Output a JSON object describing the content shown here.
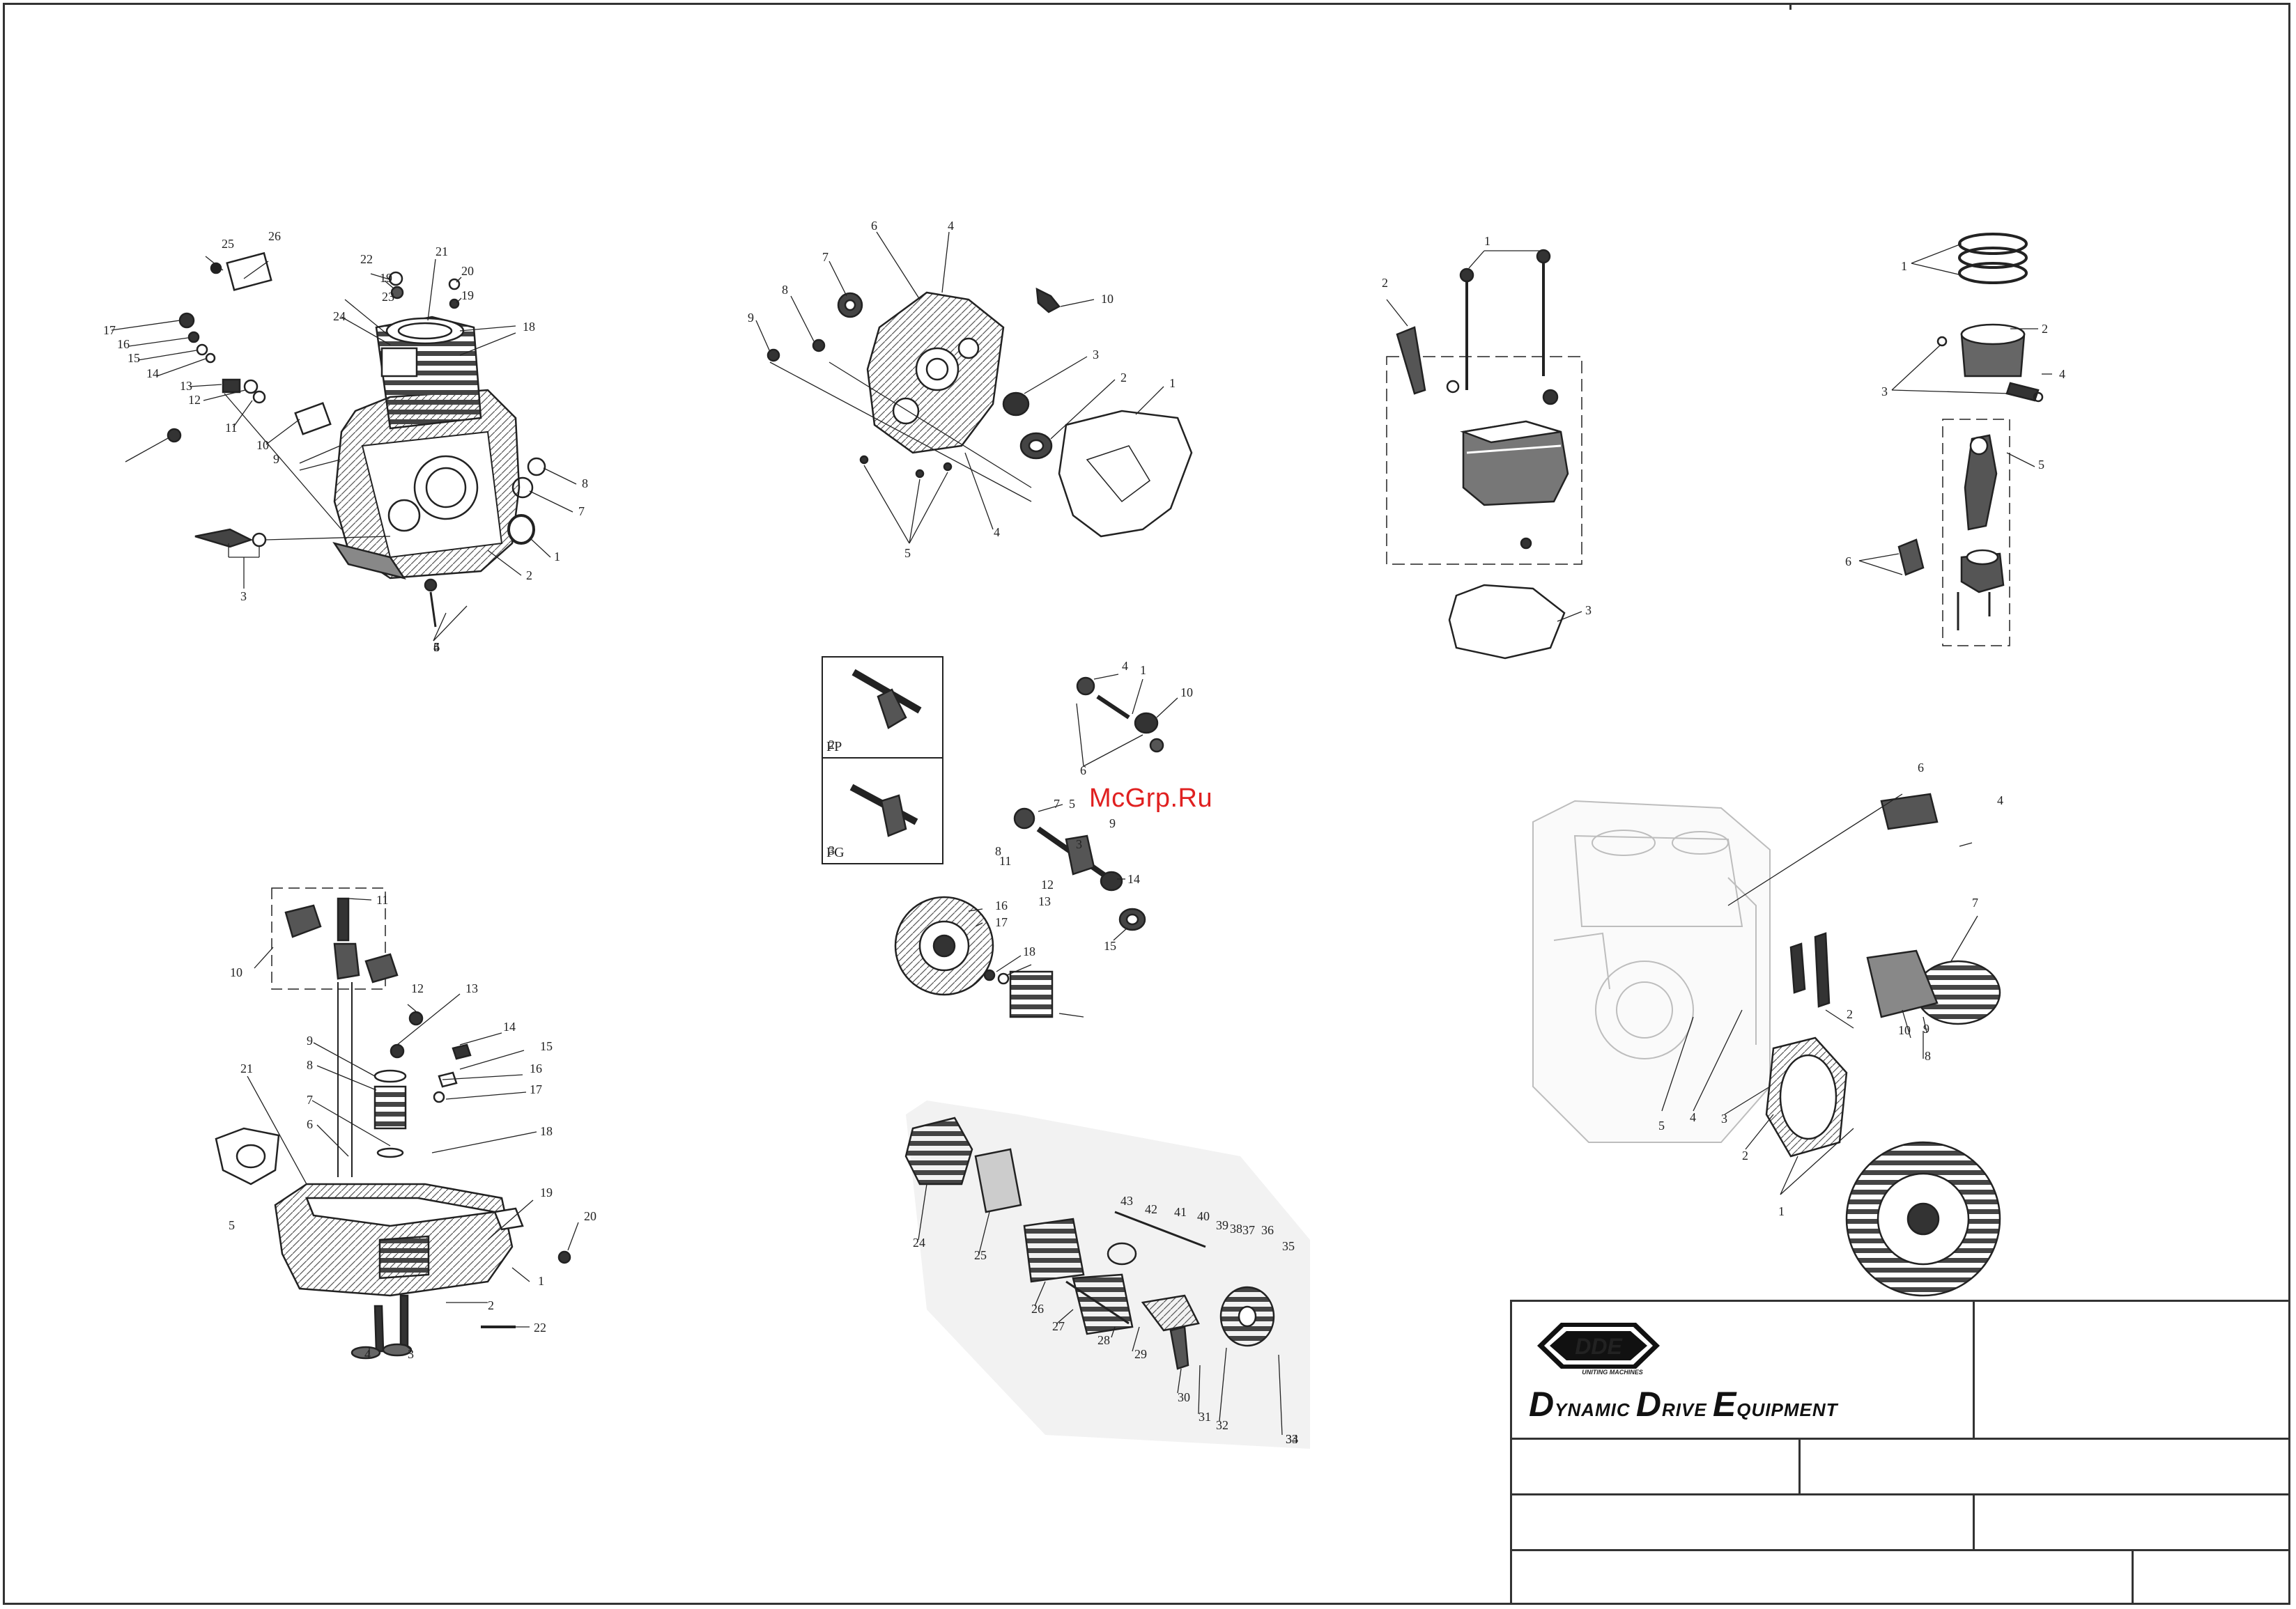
{
  "watermark": "McGrp.Ru",
  "diagrams": {
    "crankcase": {
      "callouts": [
        "25",
        "26",
        "22",
        "21",
        "19",
        "20",
        "23",
        "19",
        "24",
        "18",
        "17",
        "16",
        "15",
        "14",
        "13",
        "12",
        "11",
        "10",
        "9",
        "8",
        "7",
        "1",
        "2",
        "3",
        "4",
        "6",
        "5"
      ]
    },
    "crankcase_cover": {
      "callouts": [
        "6",
        "4",
        "7",
        "8",
        "9",
        "10",
        "3",
        "2",
        "1",
        "5",
        "4"
      ]
    },
    "cylinder_head_cover": {
      "callouts": [
        "1",
        "2",
        "3"
      ]
    },
    "piston_rod": {
      "callouts": [
        "1",
        "2",
        "3",
        "4",
        "5",
        "6"
      ]
    },
    "crankshaft": {
      "variant_labels": [
        "FP",
        "FG"
      ],
      "callouts": [
        "2",
        "3",
        "4",
        "1",
        "10",
        "6",
        "7",
        "5",
        "9",
        "8",
        "3",
        "11",
        "12",
        "13",
        "14",
        "15",
        "16",
        "17",
        "18"
      ]
    },
    "cylinder_head": {
      "callouts": [
        "11",
        "10",
        "12",
        "13",
        "14",
        "15",
        "16",
        "9",
        "8",
        "17",
        "7",
        "18",
        "6",
        "21",
        "19",
        "20",
        "5",
        "1",
        "2",
        "22",
        "4",
        "3"
      ]
    },
    "alternator": {
      "callouts": [
        "24",
        "25",
        "26",
        "27",
        "28",
        "29",
        "43",
        "42",
        "41",
        "40",
        "39",
        "38",
        "37",
        "36",
        "35",
        "30",
        "31",
        "32",
        "33",
        "34"
      ]
    },
    "starter": {
      "callouts": [
        "6",
        "4",
        "7",
        "2",
        "10",
        "9",
        "8",
        "5",
        "4",
        "3",
        "2",
        "1"
      ]
    }
  },
  "title_block": {
    "logo_text": "DDE",
    "logo_subtext": "UNITING MACHINES",
    "company_words": [
      {
        "initial": "D",
        "rest": "YNAMIC"
      },
      {
        "initial": "D",
        "rest": "RIVE"
      },
      {
        "initial": "E",
        "rest": "QUIPMENT"
      }
    ]
  }
}
